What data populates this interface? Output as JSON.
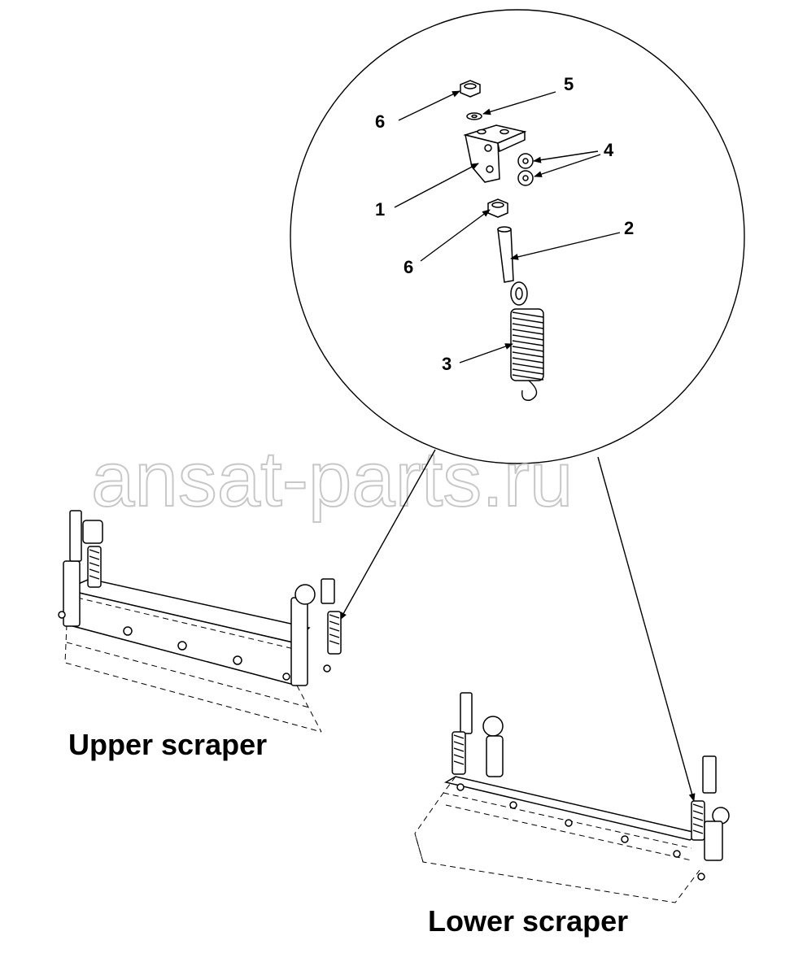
{
  "watermark": "ansat-parts.ru",
  "callouts": {
    "c1": "1",
    "c2": "2",
    "c3": "3",
    "c4": "4",
    "c5": "5",
    "c6a": "6",
    "c6b": "6"
  },
  "captions": {
    "upper": "Upper scraper",
    "lower": "Lower scraper"
  }
}
